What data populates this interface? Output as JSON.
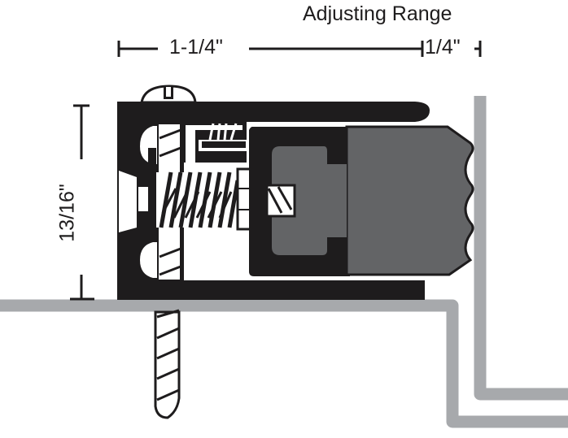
{
  "diagram": {
    "title": "Adjusting Range",
    "dimensions": {
      "width_label": "1-1/4\"",
      "adjust_label": "1/4\"",
      "height_label": "13/16\""
    },
    "components": [
      {
        "name": "aluminum-housing",
        "color": "#1e1c1d"
      },
      {
        "name": "rubber-seal-insert",
        "color": "#636466"
      },
      {
        "name": "mounting-screw",
        "color": "#ffffff"
      },
      {
        "name": "adjusting-spring",
        "color": "#1e1c1d"
      },
      {
        "name": "brush",
        "color": "#1e1c1d"
      },
      {
        "name": "door-stop-frame",
        "color": "#a7a9ac"
      },
      {
        "name": "door-jamb",
        "color": "#a7a9ac"
      }
    ],
    "colors": {
      "ink": "#1e1c1d",
      "seal_gray": "#636466",
      "frame_gray": "#a7a9ac",
      "background": "#ffffff"
    }
  }
}
